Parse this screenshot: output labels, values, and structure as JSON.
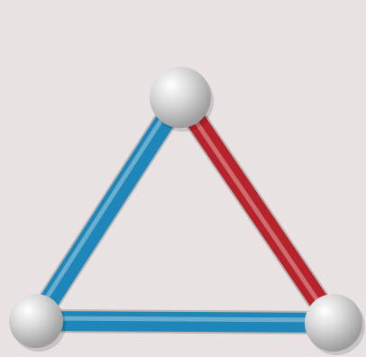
{
  "diagram": {
    "kind": "triangle-graph",
    "background_color": "#e8e3e2",
    "node_color": "#d7d7d7",
    "nodes": [
      {
        "id": "top",
        "name": "node-top"
      },
      {
        "id": "left",
        "name": "node-bottom-left"
      },
      {
        "id": "right",
        "name": "node-bottom-right"
      }
    ],
    "edges": [
      {
        "from": "top",
        "to": "left",
        "color": "#1e86b8",
        "name": "edge-top-left-blue"
      },
      {
        "from": "top",
        "to": "right",
        "color": "#b6232a",
        "name": "edge-top-right-red"
      },
      {
        "from": "left",
        "to": "right",
        "color": "#1e86b8",
        "name": "edge-bottom-blue"
      }
    ]
  }
}
